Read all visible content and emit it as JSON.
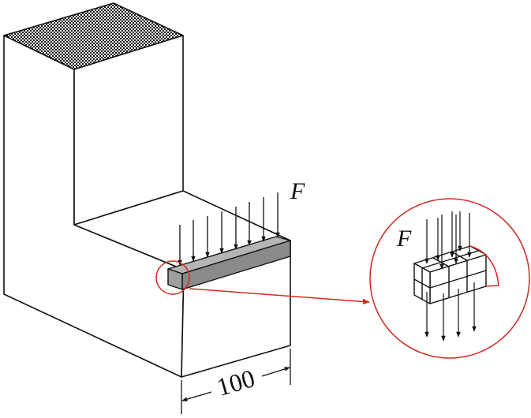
{
  "labels": {
    "force_main": "F",
    "force_detail": "F",
    "dimension": "100"
  },
  "colors": {
    "line": "#111111",
    "highlight": "#d42a1e",
    "strip": "#8a8a8a"
  }
}
